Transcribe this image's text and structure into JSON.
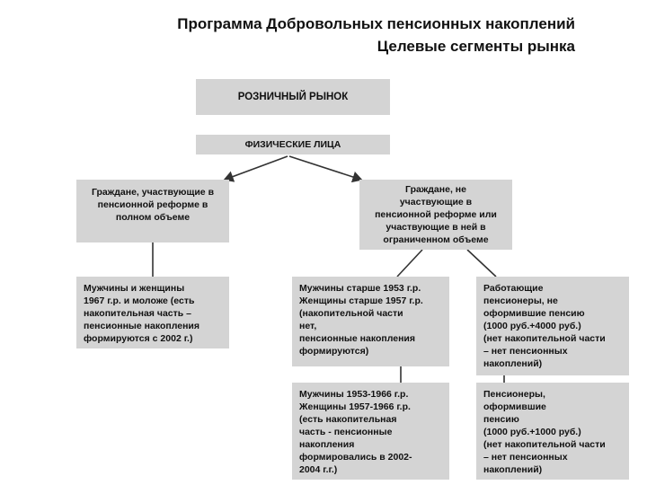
{
  "title": {
    "line1": "Программа Добровольных пенсионных накоплений",
    "line2": "Целевые сегменты рынка"
  },
  "boxes": {
    "retail_market": "РОЗНИЧНЫЙ РЫНОК",
    "individuals": "ФИЗИЧЕСКИЕ ЛИЦА",
    "participating": "Граждане, участвующие в\nпенсионной реформе в\nполном объеме",
    "non_participating": "Граждане, не\nучаствующие в\nпенсионной реформе или\nучаствующие в ней в\nограниченном объеме",
    "young": "Мужчины и женщины\n1967 г.р. и моложе (есть\nнакопительная часть –\nпенсионные накопления\nформируются с 2002 г.)",
    "older": "Мужчины старше 1953 г.р.\nЖенщины старше 1957 г.р.\n(накопительной части\nнет,\nпенсионные накопления\nформируются)",
    "working_pensioners": "Работающие\nпенсионеры, не\nоформившие пенсию\n(1000 руб.+4000 руб.)\n(нет накопительной части\n– нет пенсионных\nнакоплений)",
    "middle": "Мужчины 1953-1966 г.р.\nЖенщины 1957-1966 г.р.\n(есть накопительная\nчасть - пенсионные\nнакопления\nформировались в 2002-\n2004 г.г.)",
    "non_working_pensioners": "Пенсионеры,\nоформившие\nпенсию\n(1000 руб.+1000 руб.)\n(нет накопительной части\n– нет пенсионных\nнакоплений)"
  }
}
